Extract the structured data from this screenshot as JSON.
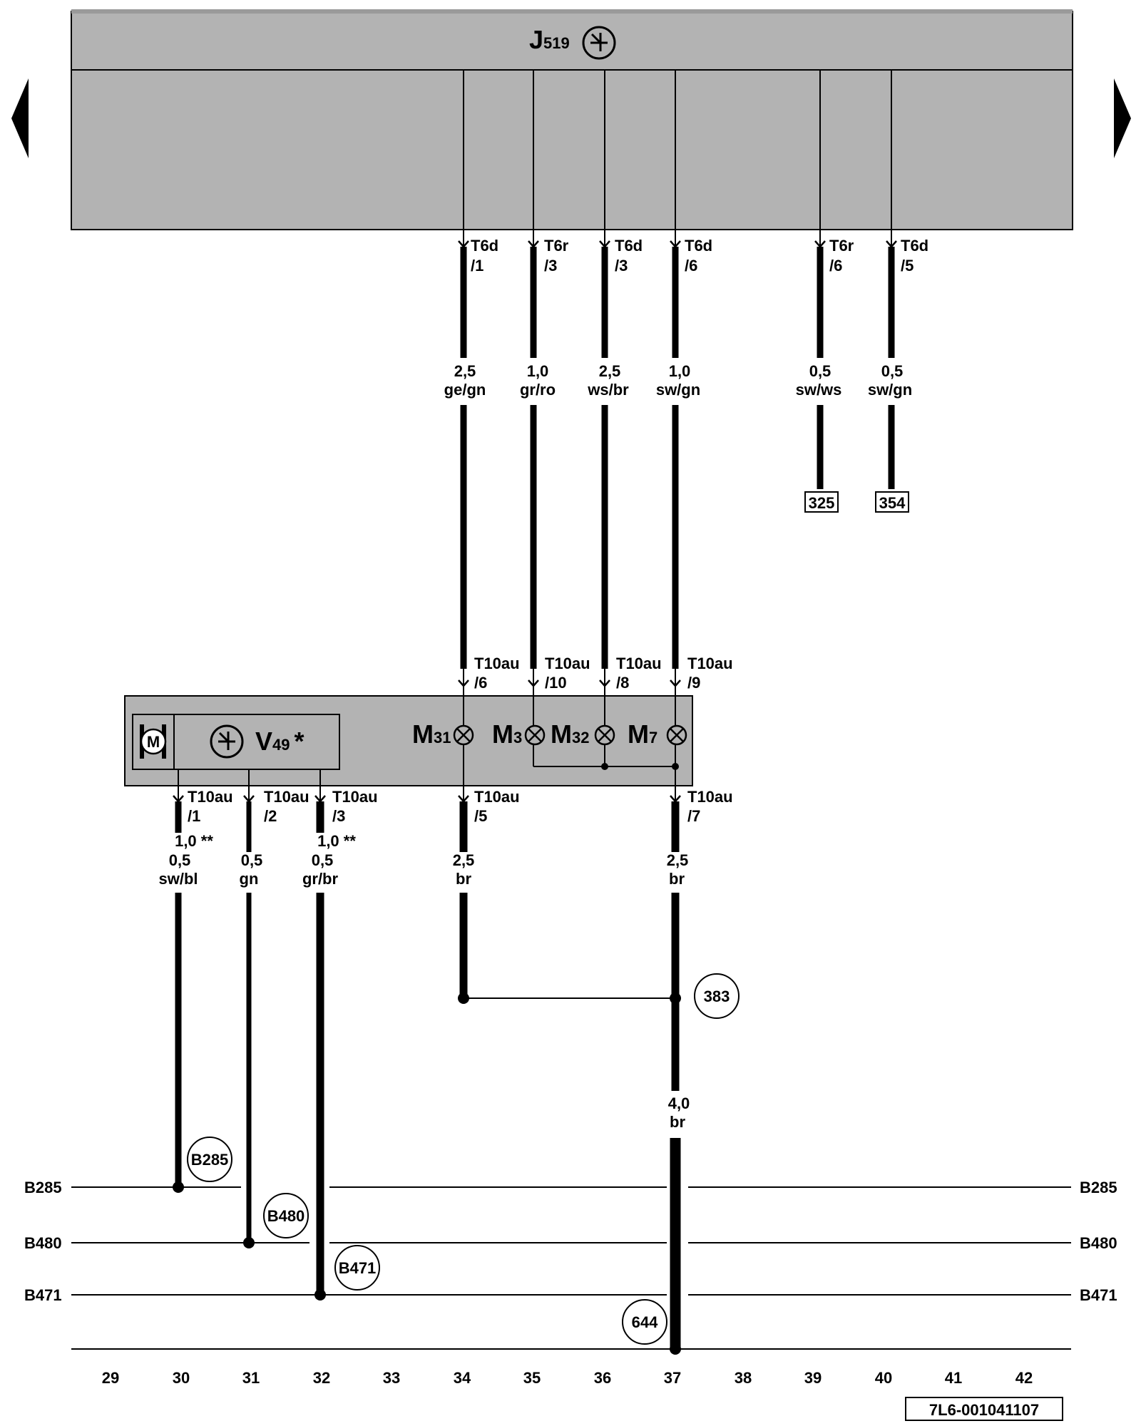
{
  "control_unit": {
    "name": "J",
    "sub": "519"
  },
  "motor_unit": {
    "name": "V",
    "sub": "49",
    "suffix": "*",
    "motor_letter": "M"
  },
  "bulbs": [
    {
      "name": "M",
      "sub": "31"
    },
    {
      "name": "M",
      "sub": "3"
    },
    {
      "name": "M",
      "sub": "32"
    },
    {
      "name": "M",
      "sub": "7"
    }
  ],
  "top_pins": [
    {
      "conn": "T6d",
      "pin": "/1"
    },
    {
      "conn": "T6r",
      "pin": "/3"
    },
    {
      "conn": "T6d",
      "pin": "/3"
    },
    {
      "conn": "T6d",
      "pin": "/6"
    },
    {
      "conn": "T6r",
      "pin": "/6"
    },
    {
      "conn": "T6d",
      "pin": "/5"
    }
  ],
  "top_wires": [
    {
      "size": "2,5",
      "color": "ge/gn"
    },
    {
      "size": "1,0",
      "color": "gr/ro"
    },
    {
      "size": "2,5",
      "color": "ws/br"
    },
    {
      "size": "1,0",
      "color": "sw/gn"
    },
    {
      "size": "0,5",
      "color": "sw/ws"
    },
    {
      "size": "0,5",
      "color": "sw/gn"
    }
  ],
  "refs": [
    "325",
    "354"
  ],
  "mid_pins": [
    {
      "conn": "T10au",
      "pin": "/6"
    },
    {
      "conn": "T10au",
      "pin": "/10"
    },
    {
      "conn": "T10au",
      "pin": "/8"
    },
    {
      "conn": "T10au",
      "pin": "/9"
    }
  ],
  "bottom_pins": [
    {
      "conn": "T10au",
      "pin": "/1"
    },
    {
      "conn": "T10au",
      "pin": "/2"
    },
    {
      "conn": "T10au",
      "pin": "/3"
    },
    {
      "conn": "T10au",
      "pin": "/5"
    },
    {
      "conn": "T10au",
      "pin": "/7"
    }
  ],
  "bottom_wires": [
    {
      "alt": "1,0 **",
      "size": "0,5",
      "color": "sw/bl"
    },
    {
      "alt": "",
      "size": "0,5",
      "color": "gn"
    },
    {
      "alt": "1,0 **",
      "size": "0,5",
      "color": "gr/br"
    },
    {
      "alt": "",
      "size": "2,5",
      "color": "br"
    },
    {
      "alt": "",
      "size": "2,5",
      "color": "br"
    }
  ],
  "ground_wire": {
    "size": "4,0",
    "color": "br"
  },
  "circle_points": [
    "383",
    "B285",
    "B480",
    "B471",
    "644"
  ],
  "bus_lines": [
    "B285",
    "B480",
    "B471"
  ],
  "columns": [
    "29",
    "30",
    "31",
    "32",
    "33",
    "34",
    "35",
    "36",
    "37",
    "38",
    "39",
    "40",
    "41",
    "42"
  ],
  "doc_id": "7L6-001041107",
  "colors": {
    "box_fill": "#b3b3b3",
    "line": "#000000"
  }
}
